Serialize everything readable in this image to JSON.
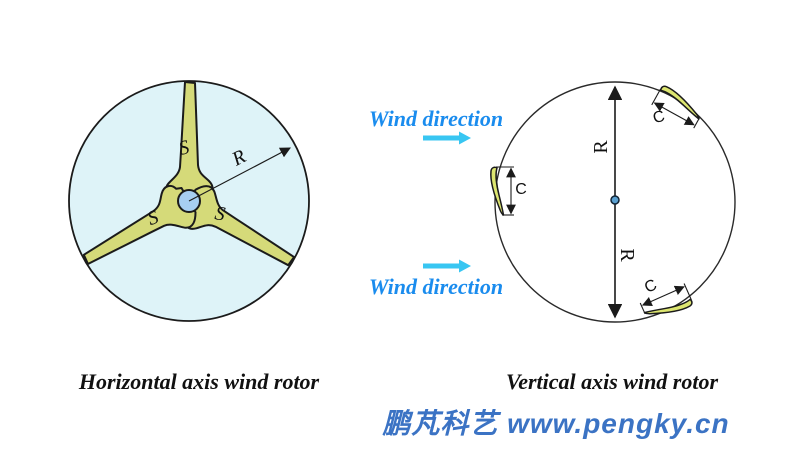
{
  "theme": {
    "disc-fill": "#def3f8",
    "blade-fill": "#d5da79",
    "hub-fill": "#a7cef1",
    "airfoil-fill": "#dde670",
    "outline": "#1b1b1b",
    "wind-text": "#1a8cee",
    "wind-arrow": "#38c6f2",
    "footer-color": "#3b73c4",
    "caption-color": "#111111"
  },
  "left_diagram": {
    "caption": "Horizontal axis wind rotor",
    "blade_label": "S",
    "radius_label": "R"
  },
  "right_diagram": {
    "caption": "Vertical axis wind rotor",
    "radius_label": "R",
    "chord_label": "C",
    "wind_direction_label": "Wind direction"
  },
  "footer": {
    "text": "鹏芃科艺 www.pengky.cn"
  }
}
